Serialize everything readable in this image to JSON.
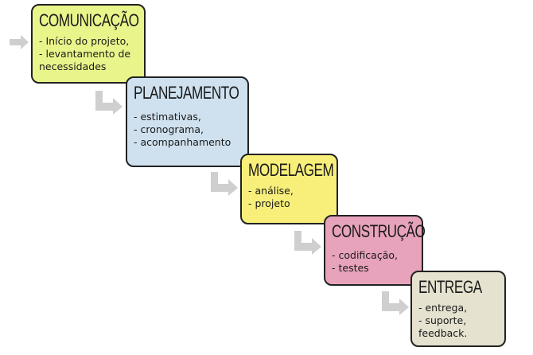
{
  "colors": {
    "arrow": "#cfcfcf",
    "border": "#222222"
  },
  "stages": [
    {
      "title": "COMUNICAÇÃO",
      "items": [
        "- Início do projeto,",
        "- levantamento de",
        "necessidades"
      ],
      "fill": "#e9f58a"
    },
    {
      "title": "PLANEJAMENTO",
      "items": [
        "- estimativas,",
        "- cronograma,",
        "- acompanhamento"
      ],
      "fill": "#cfe1ef"
    },
    {
      "title": "MODELAGEM",
      "items": [
        "- análise,",
        "- projeto"
      ],
      "fill": "#f7ef7a"
    },
    {
      "title": "CONSTRUÇÃO",
      "items": [
        "- codificação,",
        "- testes"
      ],
      "fill": "#e7a3bb"
    },
    {
      "title": "ENTREGA",
      "items": [
        "- entrega,",
        "- suporte,",
        "feedback."
      ],
      "fill": "#e5e2cf"
    }
  ]
}
